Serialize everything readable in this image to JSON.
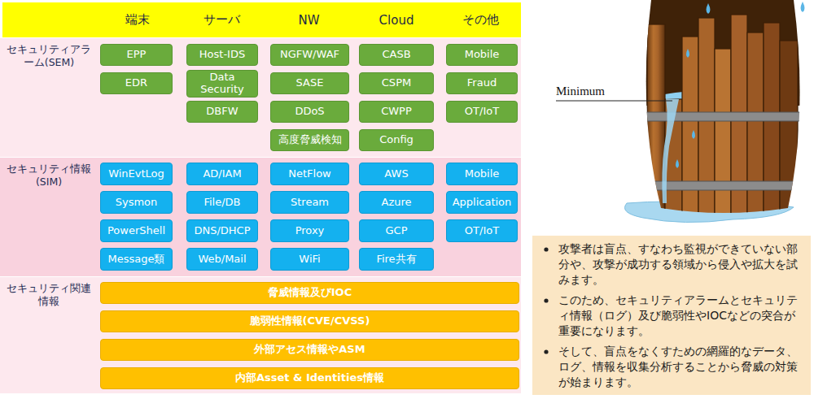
{
  "diagram": {
    "nodes": [
      {
        "text": [
          "端末"
        ]
      },
      {
        "text": [
          "サーバ"
        ]
      },
      {
        "text": [
          "NW"
        ]
      },
      {
        "text": [
          "Cloud"
        ]
      },
      {
        "text": [
          "その他"
        ]
      },
      {
        "text": [
          "セキュリティアラーム(SEM)"
        ]
      },
      {
        "text": [
          "EPP"
        ],
        "in": 5
      },
      {
        "text": [
          "EDR"
        ],
        "in": 5
      },
      {
        "text": [
          "Host-IDS"
        ],
        "in": 5
      },
      {
        "text": [
          "Data Security"
        ],
        "in": 5
      },
      {
        "text": [
          "DBFW"
        ],
        "in": 5
      },
      {
        "text": [
          "NGFW/WAF"
        ],
        "in": 5
      },
      {
        "text": [
          "SASE"
        ],
        "in": 5
      },
      {
        "text": [
          "DDoS"
        ],
        "in": 5
      },
      {
        "text": [
          "高度脅威検知"
        ],
        "in": 5
      },
      {
        "text": [
          "CASB"
        ],
        "in": 5
      },
      {
        "text": [
          "CSPM"
        ],
        "in": 5
      },
      {
        "text": [
          "CWPP"
        ],
        "in": 5
      },
      {
        "text": [
          "Config"
        ],
        "in": 5
      },
      {
        "text": [
          "Mobile"
        ],
        "in": 5
      },
      {
        "text": [
          "Fraud"
        ],
        "in": 5
      },
      {
        "text": [
          "OT/IoT"
        ],
        "in": 5
      },
      {
        "text": [
          "セキュリティ情報(SIM)"
        ]
      },
      {
        "text": [
          "WinEvtLog"
        ],
        "in": 22
      },
      {
        "text": [
          "Sysmon"
        ],
        "in": 22
      },
      {
        "text": [
          "PowerShell"
        ],
        "in": 22
      },
      {
        "text": [
          "Message類"
        ],
        "in": 22
      },
      {
        "text": [
          "AD/IAM"
        ],
        "in": 22
      },
      {
        "text": [
          "File/DB"
        ],
        "in": 22
      },
      {
        "text": [
          "DNS/DHCP"
        ],
        "in": 22
      },
      {
        "text": [
          "Web/Mail"
        ],
        "in": 22
      },
      {
        "text": [
          "NetFlow"
        ],
        "in": 22
      },
      {
        "text": [
          "Stream"
        ],
        "in": 22
      },
      {
        "text": [
          "Proxy"
        ],
        "in": 22
      },
      {
        "text": [
          "WiFi"
        ],
        "in": 22
      },
      {
        "text": [
          "AWS"
        ],
        "in": 22
      },
      {
        "text": [
          "Azure"
        ],
        "in": 22
      },
      {
        "text": [
          "GCP"
        ],
        "in": 22
      },
      {
        "text": [
          "Fire共有"
        ],
        "in": 22
      },
      {
        "text": [
          "Mobile"
        ],
        "in": 22
      },
      {
        "text": [
          "Application"
        ],
        "in": 22
      },
      {
        "text": [
          "OT/IoT"
        ],
        "in": 22
      },
      {
        "text": [
          "セキュリティ関連情報"
        ]
      },
      {
        "text": [
          "脅威情報及びIOC"
        ],
        "in": 42
      },
      {
        "text": [
          "脆弱性情報(CVE/CVSS)"
        ],
        "in": 42
      },
      {
        "text": [
          "外部アセス情報やASM"
        ],
        "in": 42
      },
      {
        "text": [
          "内部Asset & Identities情報"
        ],
        "in": 42
      },
      {
        "text": [
          "攻撃者は盲点、すなわち監視ができていない部分や、攻撃が成功する領域から侵入や拡大を試みます。",
          "このため、セキュリティアラームとセキュリティ情報（ログ）及び脆弱性やIOCなどの突合が重要になります。",
          "そして、盲点をなくすための網羅的なデータ、ログ、情報を収集分析することから脅威の対策が始まります。"
        ]
      }
    ],
    "labels": [
      "Minimum"
    ]
  }
}
